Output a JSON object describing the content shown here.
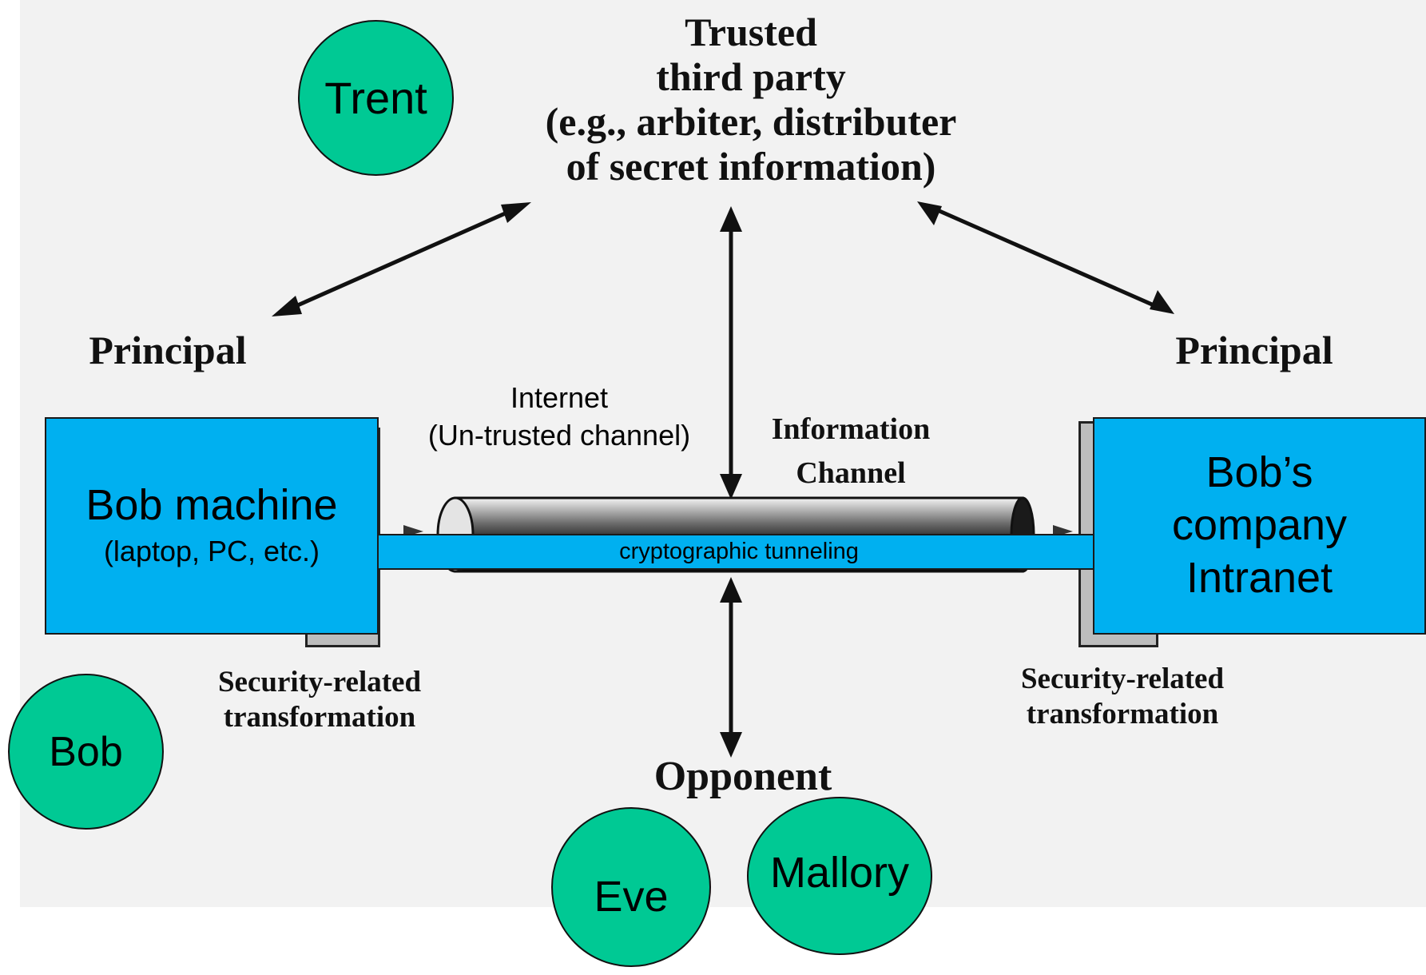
{
  "trusted_party": {
    "lines": [
      "Trusted",
      "third party",
      "(e.g., arbiter, distributer",
      "of secret information)"
    ]
  },
  "principal_left": "Principal",
  "principal_right": "Principal",
  "internet": {
    "line1": "Internet",
    "line2": "(Un-trusted channel)"
  },
  "information_channel": {
    "line1": "Information",
    "line2": "Channel"
  },
  "bob_machine": {
    "title": "Bob machine",
    "subtitle": "(laptop, PC, etc.)"
  },
  "bob_company": {
    "line1": "Bob’s",
    "line2": "company",
    "line3": "Intranet"
  },
  "tunnel_label": "cryptographic tunneling",
  "security_left": {
    "line1": "Security-related",
    "line2": "transformation"
  },
  "security_right": {
    "line1": "Security-related",
    "line2": "transformation"
  },
  "opponent": "Opponent",
  "actors": {
    "trent": "Trent",
    "bob": "Bob",
    "eve": "Eve",
    "mallory": "Mallory"
  },
  "colors": {
    "actor_fill": "#00c994",
    "box_fill": "#00b0f0",
    "panel_background": "#f2f2f2"
  }
}
